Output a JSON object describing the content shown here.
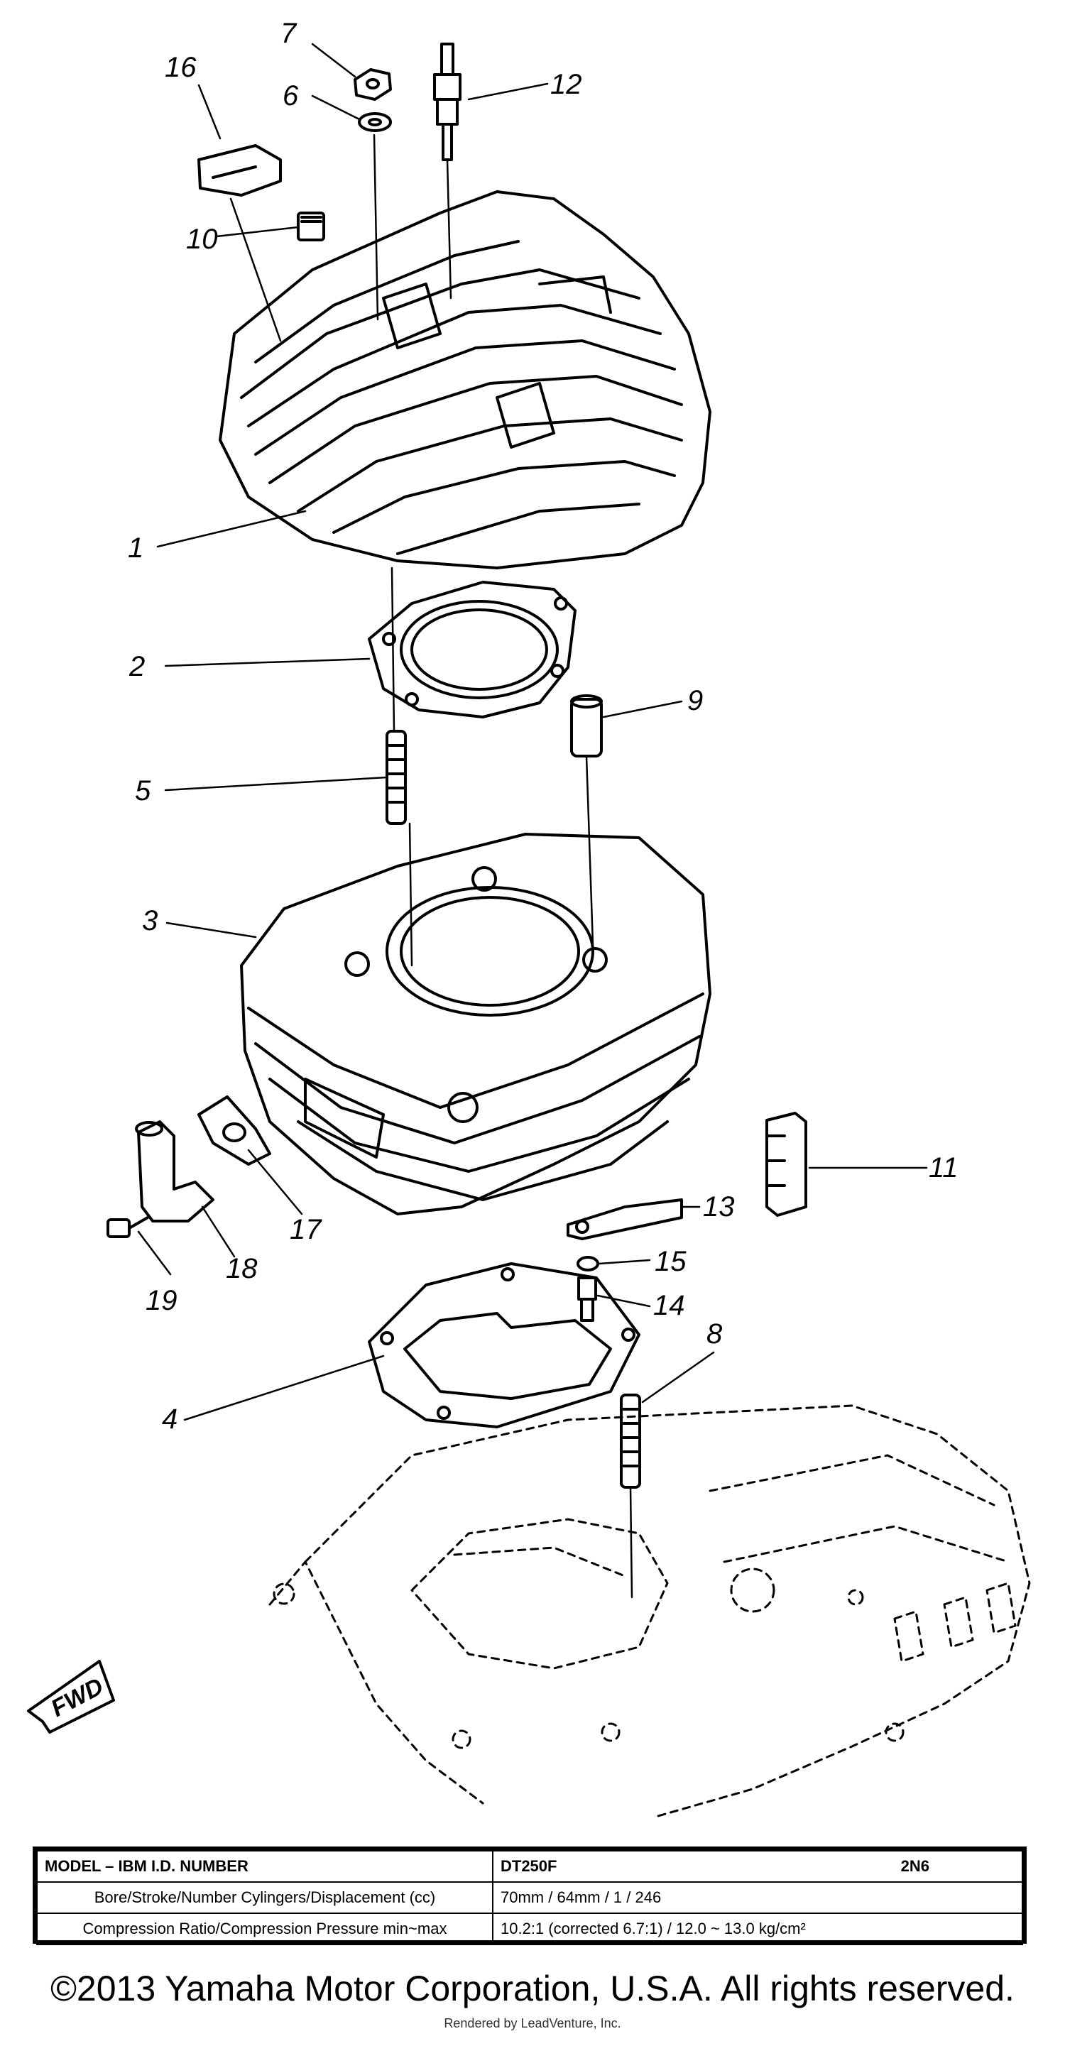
{
  "callouts": [
    {
      "num": "1"
    },
    {
      "num": "2"
    },
    {
      "num": "3"
    },
    {
      "num": "4"
    },
    {
      "num": "5"
    },
    {
      "num": "6"
    },
    {
      "num": "7"
    },
    {
      "num": "8"
    },
    {
      "num": "9"
    },
    {
      "num": "10"
    },
    {
      "num": "11"
    },
    {
      "num": "12"
    },
    {
      "num": "13"
    },
    {
      "num": "14"
    },
    {
      "num": "15"
    },
    {
      "num": "16"
    },
    {
      "num": "17"
    },
    {
      "num": "18"
    },
    {
      "num": "19"
    }
  ],
  "fwd_label": "FWD",
  "spec_table": {
    "rows": [
      {
        "label": "MODEL – IBM I.D. NUMBER",
        "value": "DT250F",
        "code": "2N6"
      },
      {
        "label": "Bore/Stroke/Number Cylingers/Displacement (cc)",
        "value": "70mm / 64mm / 1 / 246"
      },
      {
        "label": "Compression Ratio/Compression Pressure min~max",
        "value": "10.2:1 (corrected 6.7:1) / 12.0 ~ 13.0 kg/cm²"
      }
    ]
  },
  "copyright": "©2013 Yamaha Motor Corporation, U.S.A. All rights reserved.",
  "rendered_by": "Rendered by LeadVenture, Inc."
}
